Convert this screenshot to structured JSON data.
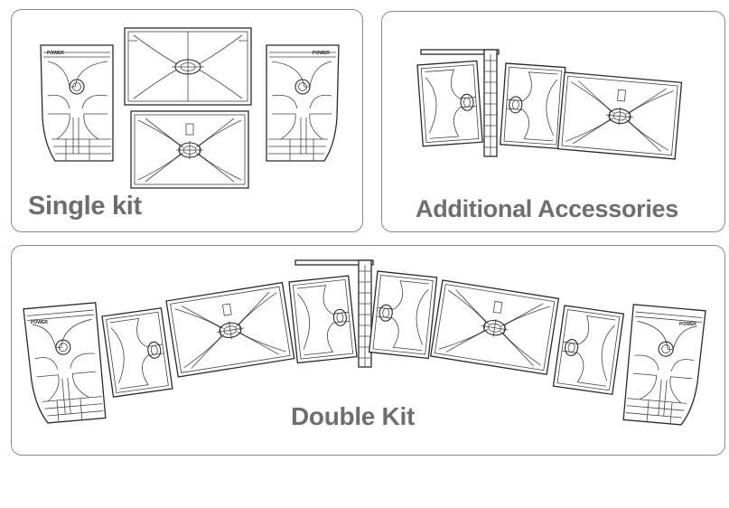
{
  "panels": {
    "single": {
      "caption": "Single kit"
    },
    "accessories": {
      "caption": "Additional Accessories"
    },
    "double": {
      "caption": "Double Kit"
    }
  },
  "brand_mark": "POWER",
  "colors": {
    "border": "#8a8a8a",
    "caption": "#6e6e6e",
    "line": "#2a2a2a"
  }
}
